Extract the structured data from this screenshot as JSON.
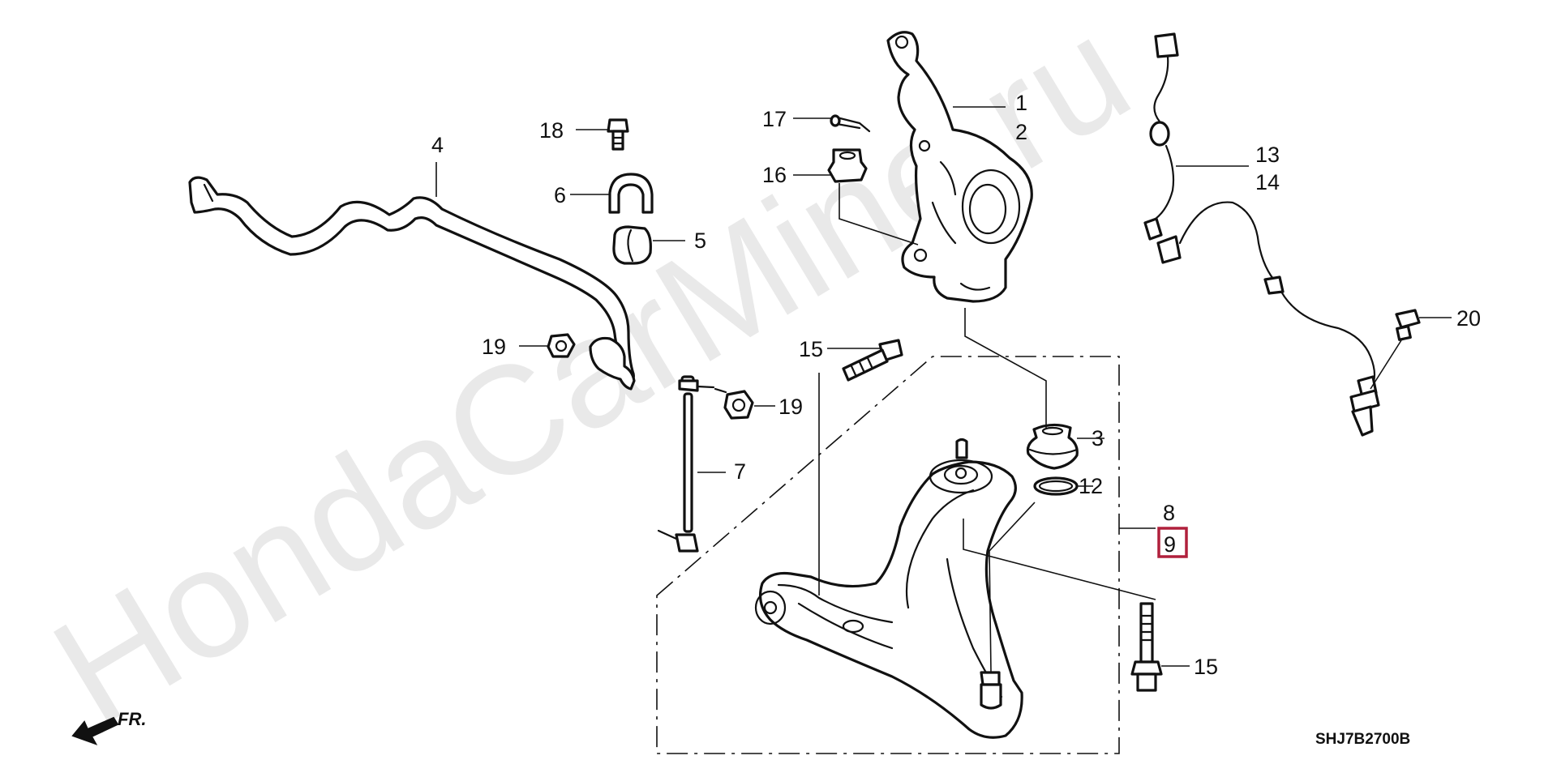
{
  "diagram": {
    "code": "SHJ7B2700B",
    "front_indicator": "FR.",
    "watermark": "HondaCarMine.ru",
    "highlight_color": "#b0203c",
    "highlighted_part": "9"
  },
  "callouts": [
    {
      "id": "c1",
      "label": "1"
    },
    {
      "id": "c2",
      "label": "2"
    },
    {
      "id": "c3",
      "label": "3"
    },
    {
      "id": "c4",
      "label": "4"
    },
    {
      "id": "c5",
      "label": "5"
    },
    {
      "id": "c6",
      "label": "6"
    },
    {
      "id": "c7",
      "label": "7"
    },
    {
      "id": "c8",
      "label": "8"
    },
    {
      "id": "c9",
      "label": "9"
    },
    {
      "id": "c12",
      "label": "12"
    },
    {
      "id": "c13",
      "label": "13"
    },
    {
      "id": "c14",
      "label": "14"
    },
    {
      "id": "c15a",
      "label": "15"
    },
    {
      "id": "c15b",
      "label": "15"
    },
    {
      "id": "c16",
      "label": "16"
    },
    {
      "id": "c17",
      "label": "17"
    },
    {
      "id": "c18",
      "label": "18"
    },
    {
      "id": "c19a",
      "label": "19"
    },
    {
      "id": "c19b",
      "label": "19"
    },
    {
      "id": "c20",
      "label": "20"
    }
  ]
}
